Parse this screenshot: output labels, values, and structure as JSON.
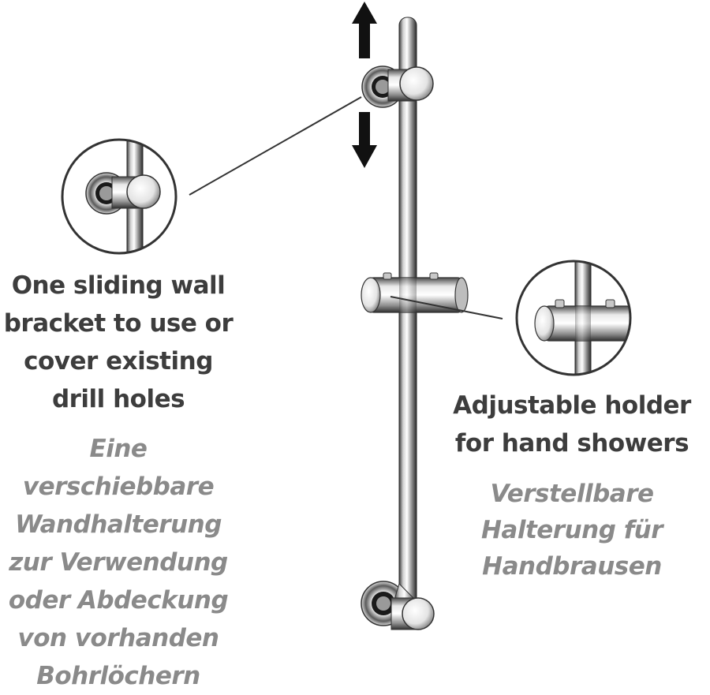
{
  "captions": {
    "bracket_en": "One sliding wall bracket to use or cover existing drill holes",
    "bracket_de": "Eine verschiebbare Wandhalterung zur Verwendung oder Abdeckung von vorhanden Bohrlöchern",
    "holder_en": "Adjustable holder for hand showers",
    "holder_de": "Verstellbare Halterung für Handbrausen"
  },
  "colors": {
    "text_primary": "#3d3d3d",
    "text_secondary": "#8a8a8a",
    "chrome_dark": "#2f2f2f",
    "chrome_light": "#f2f2f2",
    "arrow": "#111111"
  },
  "icons": {
    "arrow_up": "arrow-up-icon",
    "arrow_down": "arrow-down-icon"
  }
}
